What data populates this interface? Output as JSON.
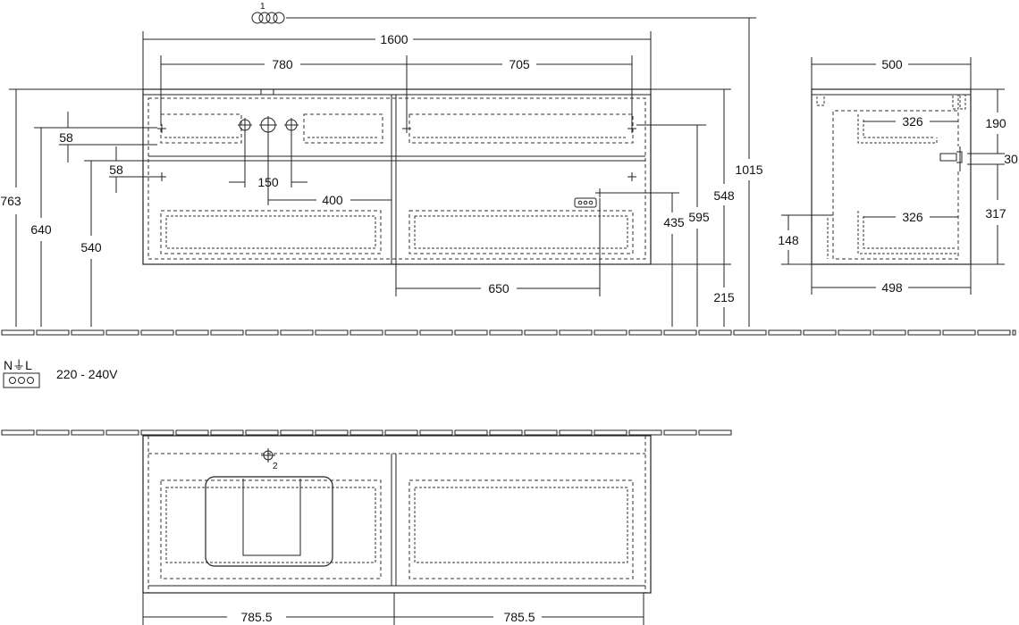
{
  "front_view": {
    "overall_width": "1600",
    "left_drawer_width": "780",
    "right_drawer_width": "705",
    "top_offset_1": "58",
    "top_offset_2": "58",
    "tap_spacing": "150",
    "tap_offset": "400",
    "socket_offset": "650",
    "height_763": "763",
    "height_640": "640",
    "height_540": "540",
    "height_548": "548",
    "height_595": "595",
    "height_435": "435",
    "height_215": "215",
    "height_1015": "1015",
    "callout_1": "1"
  },
  "side_view": {
    "depth_top": "500",
    "depth_bottom": "498",
    "inner_depth_upper": "326",
    "inner_depth_lower": "326",
    "dim_190": "190",
    "dim_30": "30",
    "dim_317": "317",
    "dim_148": "148"
  },
  "electrical": {
    "symbol": "N⏚L",
    "voltage": "220 - 240V"
  },
  "top_view": {
    "left_compartment": "785.5",
    "right_compartment": "785.5",
    "callout_2": "2"
  }
}
